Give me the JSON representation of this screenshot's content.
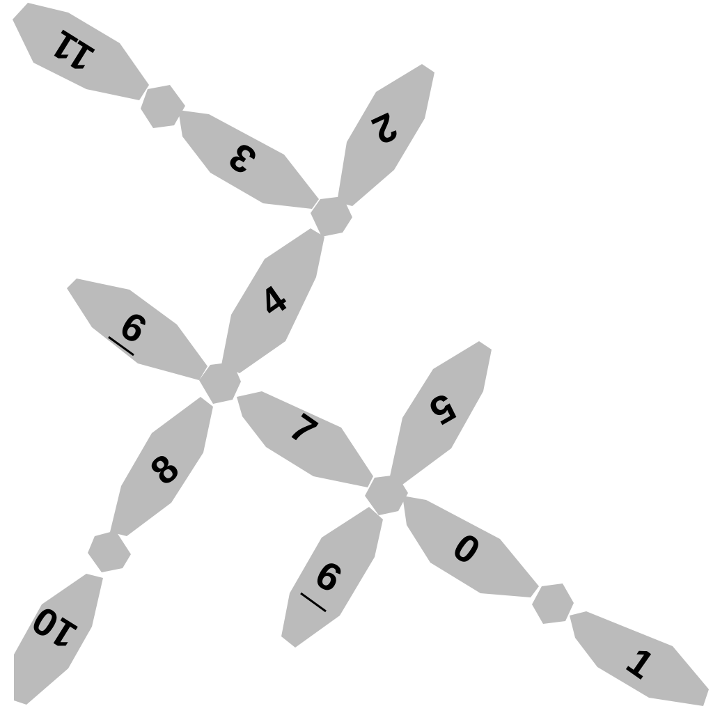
{
  "diagram": {
    "colors": {
      "shape": "#bbbbbb",
      "text": "#000000",
      "background": "#ffffff"
    },
    "pieces": [
      {
        "label": "11"
      },
      {
        "label": "3"
      },
      {
        "label": "2"
      },
      {
        "label": "4"
      },
      {
        "label": "6"
      },
      {
        "label": "8"
      },
      {
        "label": "7"
      },
      {
        "label": "5"
      },
      {
        "label": "0"
      },
      {
        "label": "9"
      },
      {
        "label": "10"
      },
      {
        "label": "1"
      }
    ]
  }
}
